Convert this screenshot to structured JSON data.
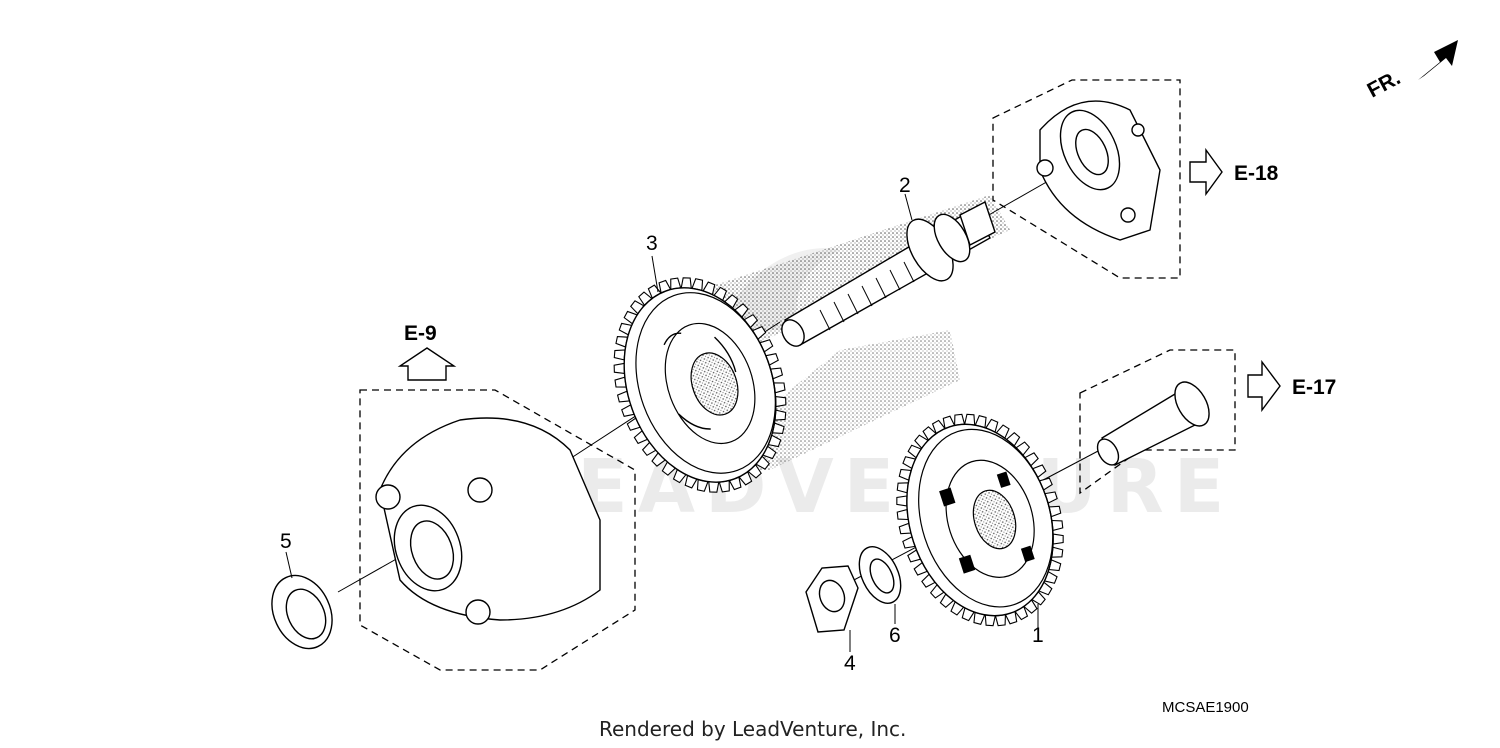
{
  "labels": {
    "p1": "1",
    "p2": "2",
    "p3": "3",
    "p4": "4",
    "p5": "5",
    "p6": "6"
  },
  "refs": {
    "e9": "E-9",
    "e17": "E-17",
    "e18": "E-18",
    "front": "FR."
  },
  "diagram_code": "MCSAE1900",
  "credit": "Rendered by LeadVenture, Inc.",
  "watermark": "LEADVENTURE"
}
